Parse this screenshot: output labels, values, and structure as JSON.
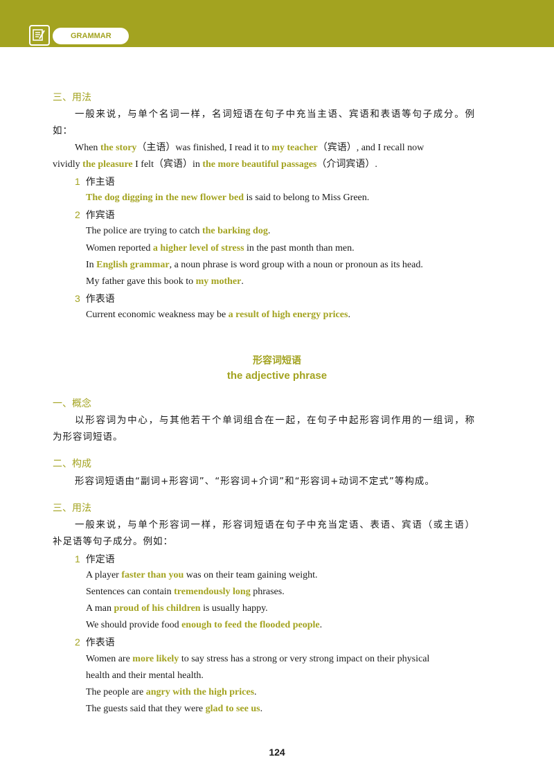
{
  "header": {
    "tag": "GRAMMAR",
    "icon": "note-edit-icon",
    "accent_color": "#a3a320"
  },
  "section1_usage": {
    "heading": "三、用法",
    "intro_line1": "一般来说，与单个名词一样，名词短语在句子中充当主语、宾语和表语等句子成分。例",
    "intro_line2": "如：",
    "ex1": {
      "a": "When ",
      "b": "the story",
      "c": "（主语）was finished, I read it to ",
      "d": "my teacher",
      "e": "（宾语）, and I recall now"
    },
    "ex2": {
      "a": "vividly ",
      "b": "the pleasure",
      "c": " I felt（宾语）in ",
      "d": "the more beautiful passages",
      "e": "（介词宾语）."
    },
    "sub1": {
      "num": "1",
      "title": "作主语",
      "ex1": {
        "hl": "The dog digging in the new flower bed",
        "rest": " is said to belong to Miss Green."
      }
    },
    "sub2": {
      "num": "2",
      "title": "作宾语",
      "ex1": {
        "pre": "The police are trying to catch ",
        "hl": "the barking dog",
        "post": "."
      },
      "ex2": {
        "pre": "Women reported ",
        "hl": "a higher level of stress",
        "post": " in the past month than men."
      },
      "ex3": {
        "pre": "In ",
        "hl": "English grammar",
        "post": ", a noun phrase is word group with a noun or pronoun as its head."
      },
      "ex4": {
        "pre": "My father gave this book to ",
        "hl": "my mother",
        "post": "."
      }
    },
    "sub3": {
      "num": "3",
      "title": "作表语",
      "ex1": {
        "pre": "Current economic weakness may be ",
        "hl": "a result of high energy prices",
        "post": "."
      }
    }
  },
  "adj_title": {
    "cn": "形容词短语",
    "en": "the adjective phrase"
  },
  "adj_concept": {
    "heading": "一、概念",
    "line1": "以形容词为中心，与其他若干个单词组合在一起，在句子中起形容词作用的一组词，称",
    "line2": "为形容词短语。"
  },
  "adj_structure": {
    "heading": "二、构成",
    "line1": "形容词短语由“副词+形容词”、“形容词+介词”和“形容词+动词不定式”等构成。"
  },
  "adj_usage": {
    "heading": "三、用法",
    "line1": "一般来说，与单个形容词一样，形容词短语在句子中充当定语、表语、宾语（或主语）",
    "line2": "补足语等句子成分。例如：",
    "sub1": {
      "num": "1",
      "title": "作定语",
      "ex1": {
        "pre": "A player ",
        "hl": "faster than you",
        "post": " was on their team gaining weight."
      },
      "ex2": {
        "pre": "Sentences can contain ",
        "hl": "tremendously long",
        "post": " phrases."
      },
      "ex3": {
        "pre": "A man ",
        "hl": "proud of his children",
        "post": " is usually happy."
      },
      "ex4": {
        "pre": "We should provide food ",
        "hl": "enough to feed the flooded people",
        "post": "."
      }
    },
    "sub2": {
      "num": "2",
      "title": "作表语",
      "ex1": {
        "pre": "Women are ",
        "hl": "more likely",
        "post": " to say stress has a strong or very strong impact on their physical"
      },
      "ex1_cont": "health and their mental health.",
      "ex2": {
        "pre": "The people are ",
        "hl": "angry with the high prices",
        "post": "."
      },
      "ex3": {
        "pre": "The guests said that they were ",
        "hl": "glad to see us",
        "post": "."
      }
    }
  },
  "page_number": "124"
}
